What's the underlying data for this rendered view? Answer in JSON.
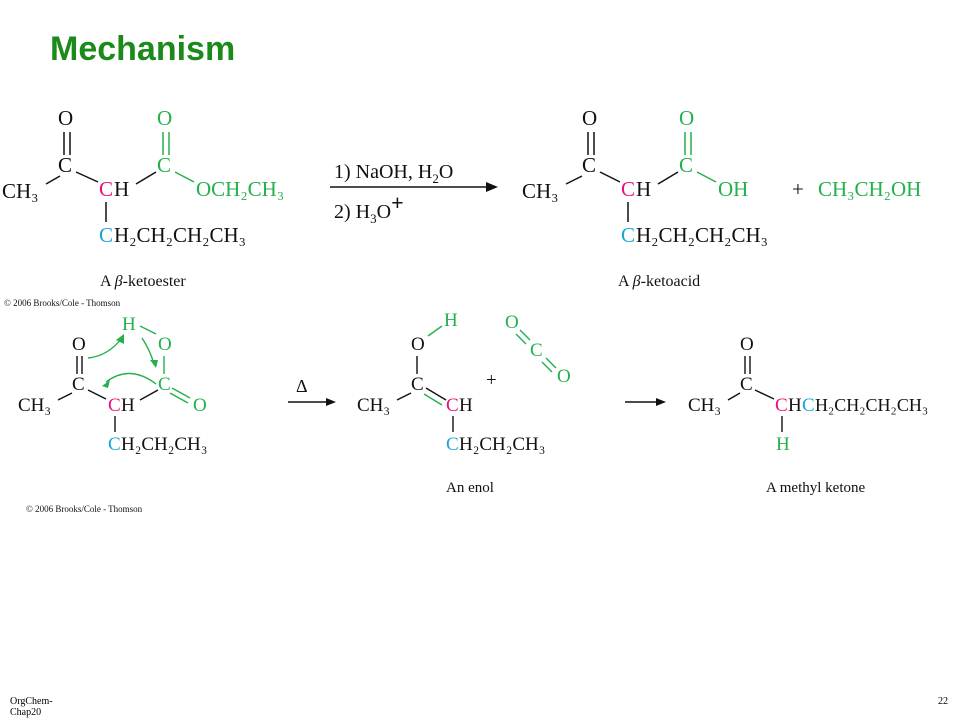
{
  "slide": {
    "title": "Mechanism",
    "footer_left": "OrgChem-\nChap20",
    "footer_right": "22"
  },
  "colors": {
    "title": "#1a8a1a",
    "green": "#22b14c",
    "magenta": "#e8107a",
    "cyan": "#1aa6d8",
    "black": "#111111"
  },
  "scheme_top": {
    "reagents_1": "1) NaOH, H",
    "reagents_1_sub": "2",
    "reagents_1_tail": "O",
    "reagents_2": "2) H",
    "reagents_2_sub": "3",
    "reagents_2_tail": "O",
    "reagents_2_sup": "+",
    "plus": "+",
    "ethanol": "CH₃CH₂OH",
    "label_left_prefix": "A ",
    "label_left_greek": "β",
    "label_left_suffix": "-ketoester",
    "label_right_prefix": "A ",
    "label_right_greek": "β",
    "label_right_suffix": "-ketoacid",
    "copyright": "© 2006 Brooks/Cole - Thomson"
  },
  "scheme_bottom": {
    "delta": "Δ",
    "plus": "+",
    "label_enol": "An enol",
    "label_ketone": "A methyl ketone",
    "copyright": "© 2006 Brooks/Cole - Thomson"
  },
  "atoms": {
    "O": "O",
    "C": "C",
    "H": "H",
    "CH3": "CH₃",
    "CH": "CH",
    "OH": "OH",
    "OCH2CH3": "OCH₂CH₃",
    "C_chain": "C",
    "chain4": "H₂CH₂CH₂CH₃",
    "chain3": "H₂CH₂CH₃",
    "chain_ketone": "HCH₂CH₂CH₂CH₃"
  }
}
